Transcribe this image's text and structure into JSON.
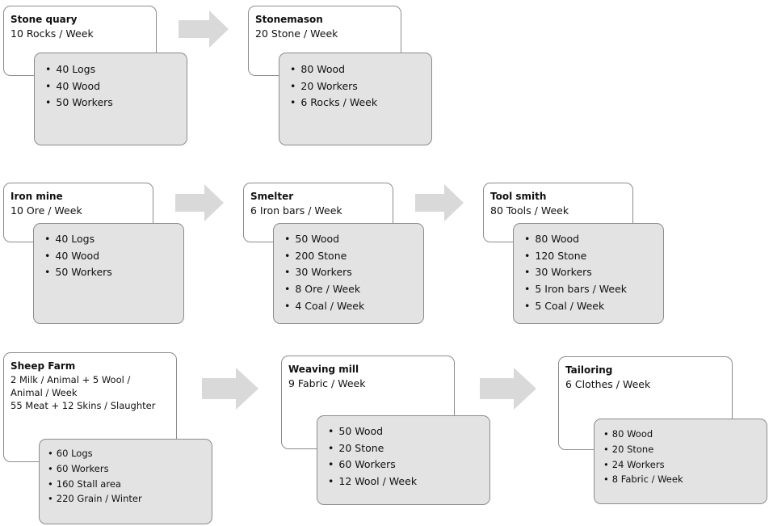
{
  "nodes": [
    {
      "id": "stone-quary",
      "title": "Stone quary",
      "output": [
        "10 Rocks / Week"
      ],
      "requirements": [
        "40 Logs",
        "40 Wood",
        "50 Workers"
      ]
    },
    {
      "id": "stonemason",
      "title": "Stonemason",
      "output": [
        "20 Stone / Week"
      ],
      "requirements": [
        "80 Wood",
        "20 Workers",
        "6 Rocks / Week"
      ]
    },
    {
      "id": "iron-mine",
      "title": "Iron mine",
      "output": [
        "10 Ore / Week"
      ],
      "requirements": [
        "40 Logs",
        "40 Wood",
        "50 Workers"
      ]
    },
    {
      "id": "smelter",
      "title": "Smelter",
      "output": [
        "6 Iron bars / Week"
      ],
      "requirements": [
        "50 Wood",
        "200 Stone",
        "30 Workers",
        "8 Ore / Week",
        "4 Coal / Week"
      ]
    },
    {
      "id": "tool-smith",
      "title": "Tool smith",
      "output": [
        "80 Tools / Week"
      ],
      "requirements": [
        "80 Wood",
        "120 Stone",
        "30 Workers",
        "5 Iron bars / Week",
        "5 Coal / Week"
      ]
    },
    {
      "id": "sheep-farm",
      "title": "Sheep Farm",
      "output": [
        "2 Milk / Animal + 5 Wool /",
        "Animal / Week",
        "55 Meat + 12 Skins / Slaughter"
      ],
      "requirements": [
        "60 Logs",
        "60 Workers",
        "160 Stall area",
        "220 Grain / Winter"
      ]
    },
    {
      "id": "weaving-mill",
      "title": "Weaving mill",
      "output": [
        "9 Fabric / Week"
      ],
      "requirements": [
        "50 Wood",
        "20 Stone",
        "60 Workers",
        "12 Wool / Week"
      ]
    },
    {
      "id": "tailoring",
      "title": "Tailoring",
      "output": [
        "6 Clothes / Week"
      ],
      "requirements": [
        "80 Wood",
        "20 Stone",
        "24 Workers",
        "8 Fabric / Week"
      ]
    }
  ],
  "colors": {
    "box_fill": "#ffffff",
    "requirements_fill": "#e3e3e3",
    "border": "#8c8c8c",
    "arrow": "#d9d9d9"
  }
}
